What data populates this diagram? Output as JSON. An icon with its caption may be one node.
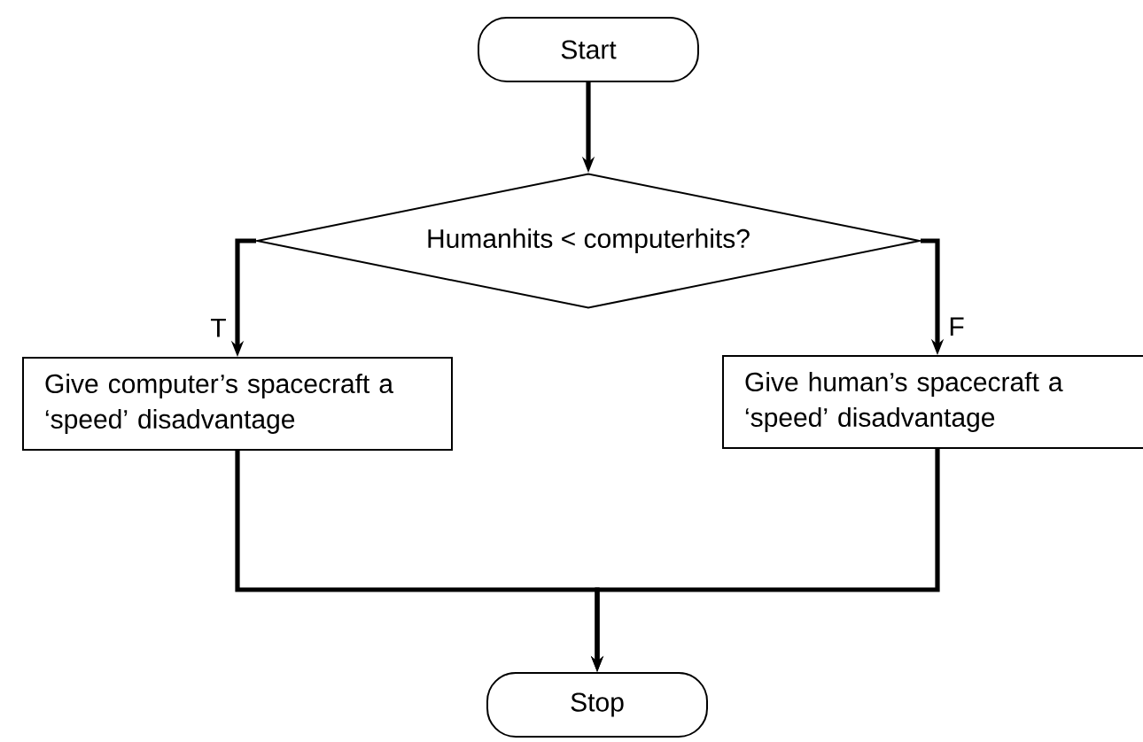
{
  "diagram": {
    "nodes": [
      {
        "text": [
          "Start"
        ]
      },
      {
        "text": [
          "Humanhits < computerhits?"
        ]
      },
      {
        "text": [
          "Give computer’s spacecraft a ‘speed’ disadvantage"
        ]
      },
      {
        "text": [
          "Give human’s spacecraft a ‘speed’ disadvantage"
        ]
      },
      {
        "text": [
          "Stop"
        ]
      }
    ],
    "edges": [
      {
        "from": 0,
        "to": 1,
        "arrow": "to"
      },
      {
        "from": 1,
        "to": 2,
        "arrow": "to",
        "label": "T"
      },
      {
        "from": 1,
        "to": 3,
        "arrow": "to",
        "label": "F"
      },
      {
        "from": 2,
        "to": 4,
        "arrow": "to"
      },
      {
        "from": 3,
        "to": 4,
        "arrow": "to"
      }
    ]
  }
}
